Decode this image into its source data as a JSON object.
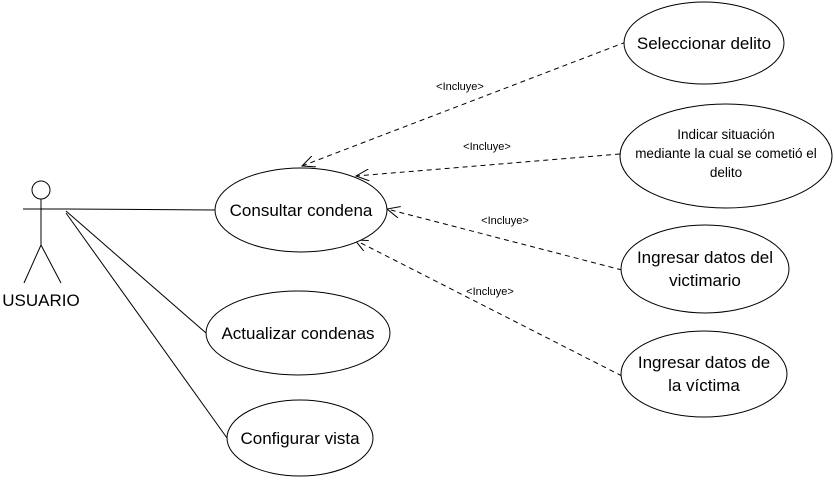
{
  "actor": {
    "name": "USUARIO"
  },
  "use_cases": {
    "consultar": [
      "Consultar condena"
    ],
    "actualizar": [
      "Actualizar condenas"
    ],
    "configurar": [
      "Configurar vista"
    ],
    "seleccionar": [
      "Seleccionar delito"
    ],
    "indicar": [
      "Indicar situación",
      "mediante la cual se cometió el",
      "delito"
    ],
    "victimario": [
      "Ingresar datos del",
      "victimario"
    ],
    "victima": [
      "Ingresar datos de",
      "la víctima"
    ]
  },
  "relations": {
    "include_label": "<Incluye>"
  }
}
